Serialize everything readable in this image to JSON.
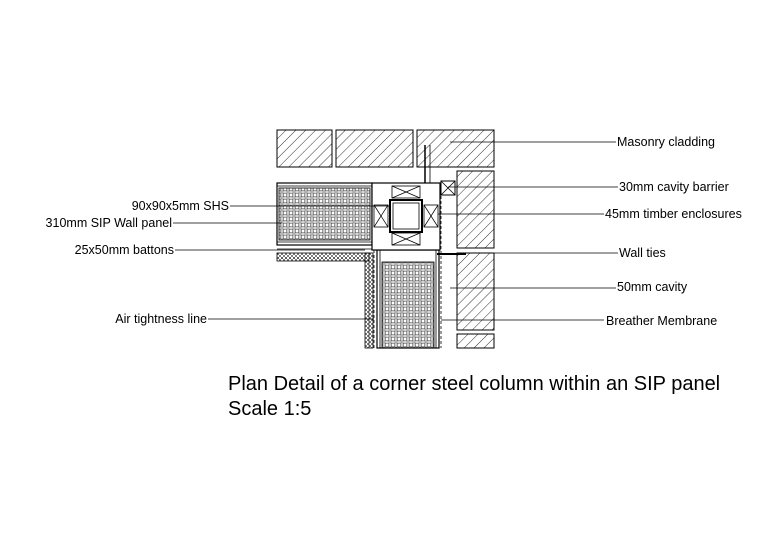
{
  "labels": {
    "masonry_cladding": "Masonry cladding",
    "cavity_barrier": "30mm cavity barrier",
    "shs": "90x90x5mm SHS",
    "timber_enclosures": "45mm timber enclosures",
    "sip_wall_panel": "310mm SIP Wall panel",
    "battons": "25x50mm battons",
    "wall_ties": "Wall ties",
    "cavity_50": "50mm cavity",
    "air_tightness": "Air tightness line",
    "breather_membrane": "Breather Membrane"
  },
  "caption": {
    "title": "Plan Detail of a corner steel column within an SIP panel",
    "scale": "Scale 1:5"
  },
  "colors": {
    "line": "#000000",
    "background": "#ffffff"
  }
}
